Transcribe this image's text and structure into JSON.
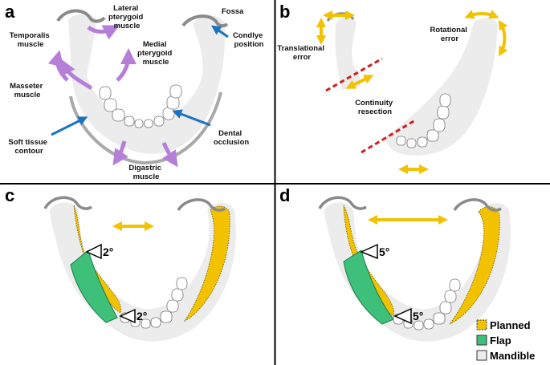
{
  "panels": {
    "a": {
      "letter": "a",
      "labels": {
        "temporalis": [
          "Temporalis",
          "muscle"
        ],
        "lateral_pterygoid": [
          "Lateral",
          "pterygoid",
          "muscle"
        ],
        "fossa": "Fossa",
        "condyle": [
          "Condlye",
          "position"
        ],
        "medial_pterygoid": [
          "Medial",
          "pterygoid",
          "muscle"
        ],
        "masseter": [
          "Masseter",
          "muscle"
        ],
        "soft_tissue": [
          "Soft tissue",
          "contour"
        ],
        "dental": [
          "Dental",
          "occlusion"
        ],
        "digastric": [
          "Digastric",
          "muscle"
        ]
      }
    },
    "b": {
      "letter": "b",
      "labels": {
        "translational": [
          "Translational",
          "error"
        ],
        "rotational": [
          "Rotational",
          "error"
        ],
        "continuity": [
          "Continuity",
          "resection"
        ]
      }
    },
    "c": {
      "letter": "c",
      "angle_top": "2°",
      "angle_bottom": "2°"
    },
    "d": {
      "letter": "d",
      "angle_top": "5°",
      "angle_bottom": "5°"
    }
  },
  "legend": [
    {
      "label": "Planned",
      "color": "#f2c100"
    },
    {
      "label": "Flap",
      "color": "#3fc07a"
    },
    {
      "label": "Mandible",
      "color": "#ececec"
    }
  ],
  "colors": {
    "muscle_arrow": "#b57fd9",
    "indicator_arrow": "#1a73c0",
    "error_arrow": "#f2c100",
    "resection_line": "#cc1f1f",
    "fossa_line": "#8a8a8a",
    "bone": "#ececec",
    "divider": "#000000"
  }
}
